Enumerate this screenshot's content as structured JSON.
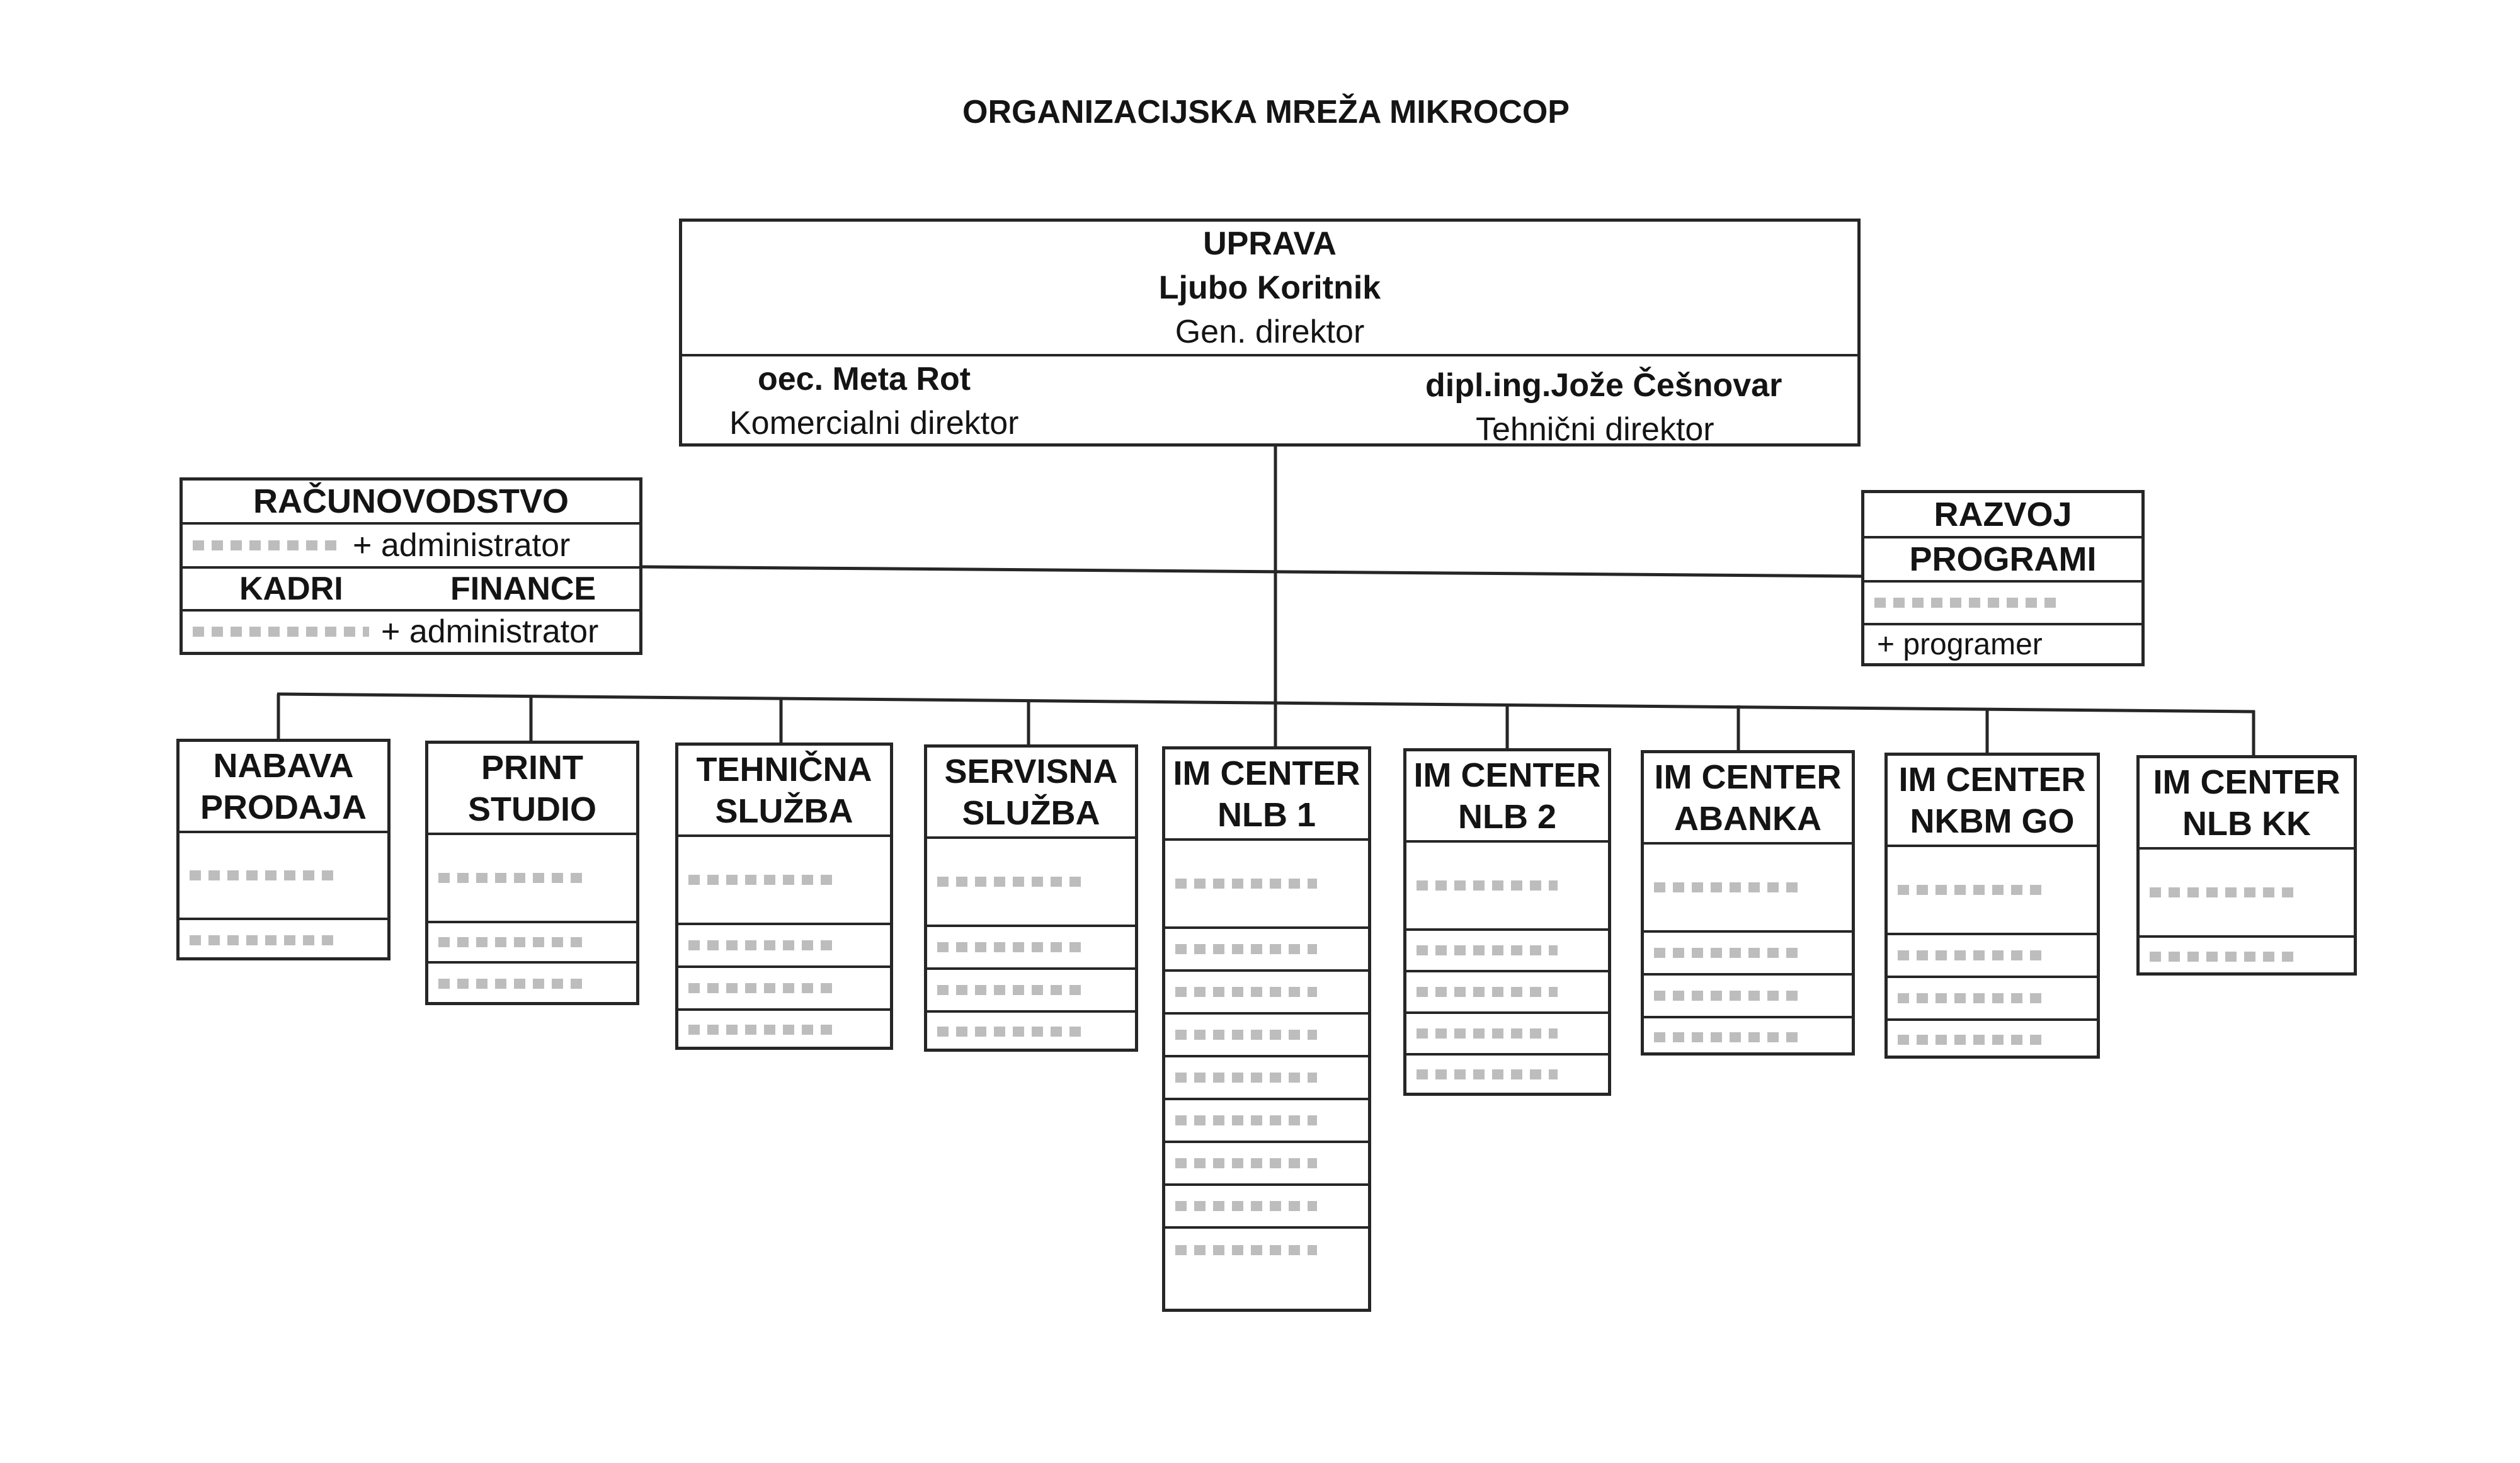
{
  "title": "ORGANIZACIJSKA MREŽA MIKROCOP",
  "uprava": {
    "heading": "UPRAVA",
    "ceo_name": "Ljubo  Koritnik",
    "ceo_role": "Gen. direktor",
    "commercial_name": "oec. Meta  Rot",
    "commercial_role": "Komercialni  direktor",
    "technical_name": "dipl.ing.Jože Češnovar",
    "technical_role": "Tehnični direktor"
  },
  "racunovodstvo": {
    "heading": "RAČUNOVODSTVO",
    "row1_text": "+  administrator",
    "kadri": "KADRI",
    "finance": "FINANCE",
    "row2_text": "+ administrator"
  },
  "razvoj": {
    "heading": "RAZVOJ",
    "sub": "PROGRAMI",
    "note": "+ programer"
  },
  "departments": [
    {
      "id": "nabava-prodaja",
      "l1": "NABAVA",
      "l2": "PRODAJA"
    },
    {
      "id": "print-studio",
      "l1": "PRINT",
      "l2": "STUDIO"
    },
    {
      "id": "tehnicna-sluzba",
      "l1": "TEHNIČNA",
      "l2": "SLUŽBA"
    },
    {
      "id": "servisna-sluzba",
      "l1": "SERVISNA",
      "l2": "SLUŽBA"
    },
    {
      "id": "im-center-nlb1",
      "l1": "IM CENTER",
      "l2": "NLB 1"
    },
    {
      "id": "im-center-nlb2",
      "l1": "IM CENTER",
      "l2": "NLB 2"
    },
    {
      "id": "im-center-abanka",
      "l1": "IM CENTER",
      "l2": "ABANKA"
    },
    {
      "id": "im-center-nkbm-go",
      "l1": "IM CENTER",
      "l2": "NKBM GO"
    },
    {
      "id": "im-center-nlb-kk",
      "l1": "IM CENTER",
      "l2": "NLB  KK"
    }
  ]
}
